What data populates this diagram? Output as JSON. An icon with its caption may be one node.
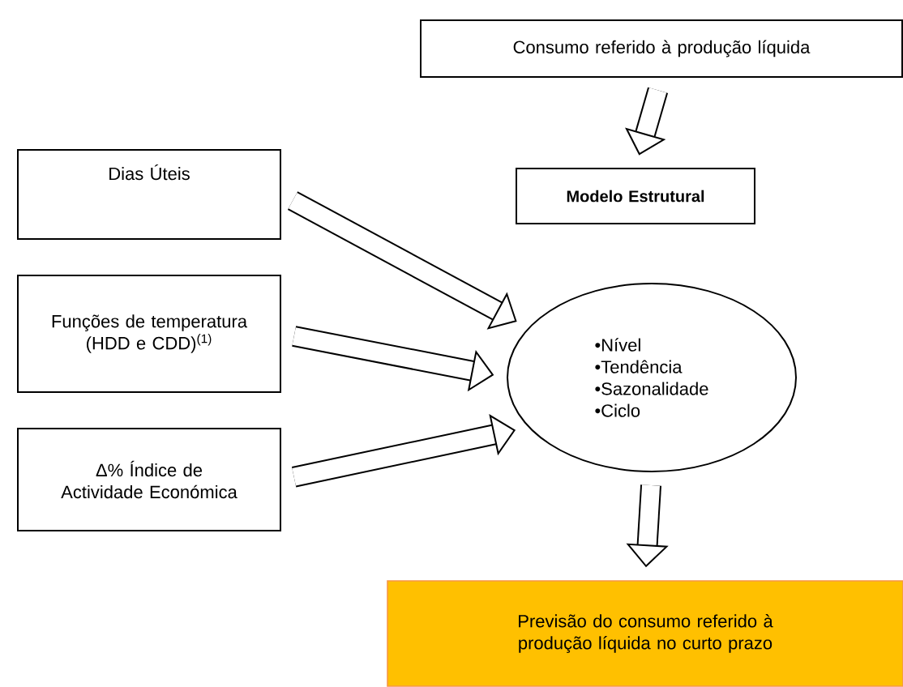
{
  "diagram": {
    "nodes": [
      {
        "text": [
          "Consumo referido à produção líquida"
        ]
      },
      {
        "text": [
          "Modelo Estrutural"
        ]
      },
      {
        "text": [
          "•Nível",
          "•Tendência",
          "•Sazonalidade",
          "•Ciclo"
        ]
      },
      {
        "text": [
          "Dias Úteis"
        ]
      },
      {
        "text": [
          "Funções de temperatura (HDD e CDD)$^{(1)}$"
        ]
      },
      {
        "text": [
          "Δ% Índice de Actividade Económica"
        ]
      },
      {
        "text": [
          "Previsão do consumo referido à produção líquida no curto prazo"
        ]
      }
    ],
    "edges": [
      {
        "from": 0,
        "to": 1,
        "arrow": "to"
      },
      {
        "from": 3,
        "to": 2,
        "arrow": "to"
      },
      {
        "from": 4,
        "to": 2,
        "arrow": "to"
      },
      {
        "from": 5,
        "to": 2,
        "arrow": "to"
      },
      {
        "from": 2,
        "to": 6,
        "arrow": "to"
      }
    ]
  }
}
